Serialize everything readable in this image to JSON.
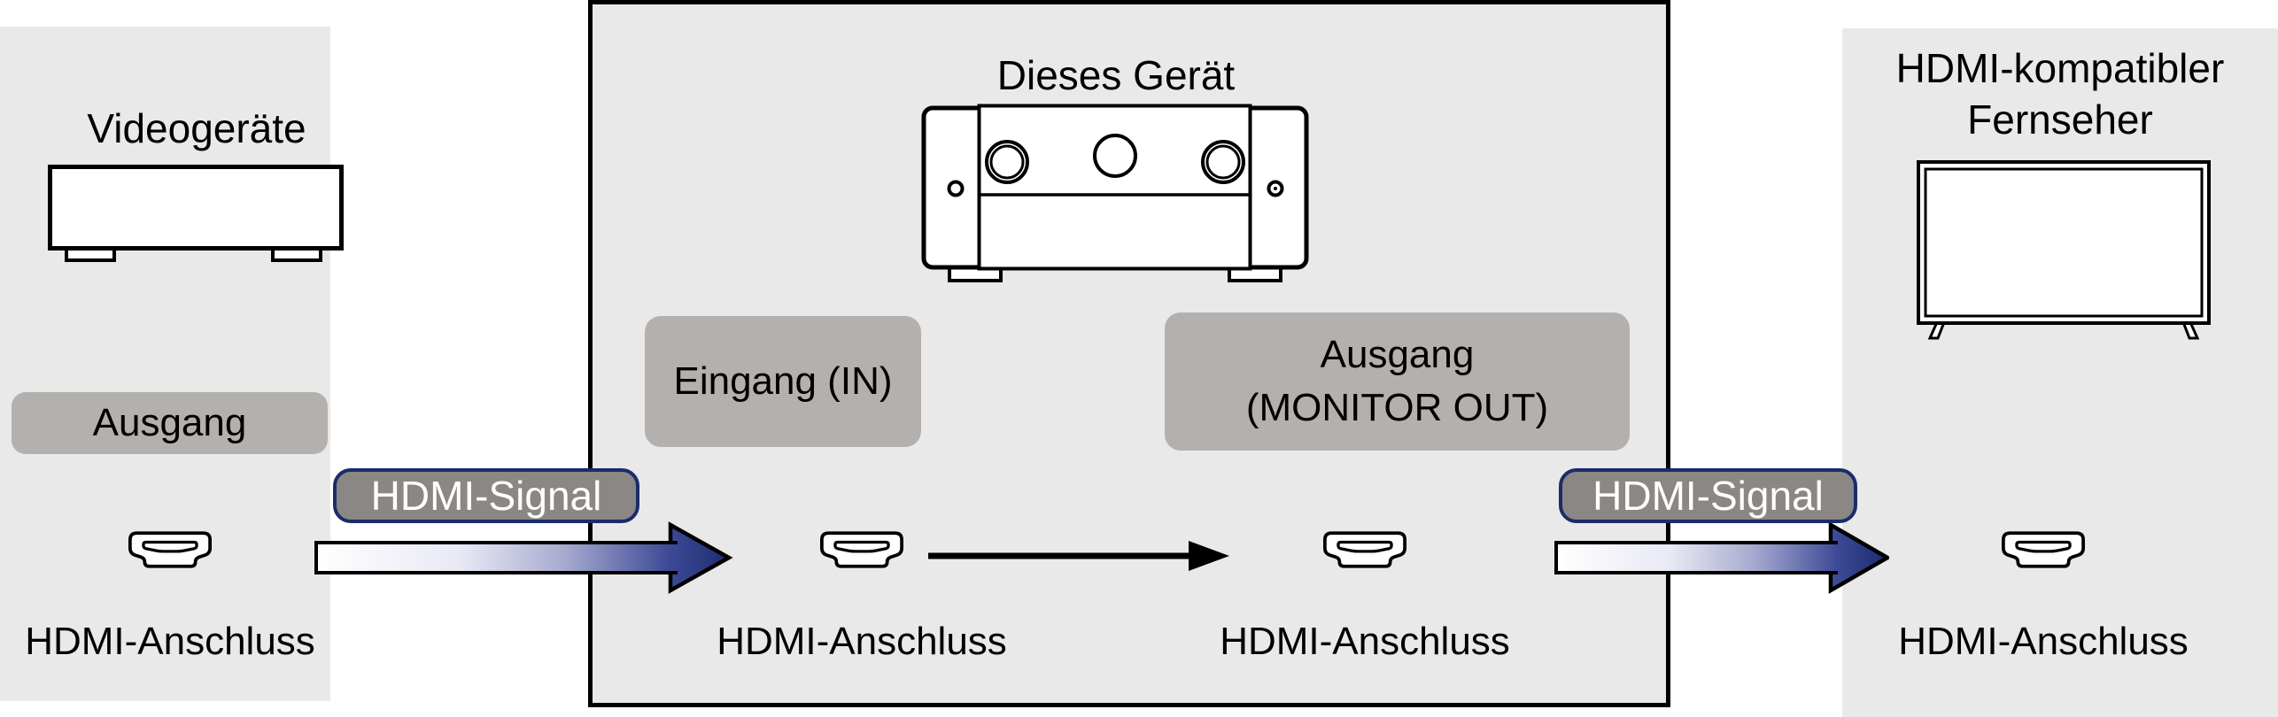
{
  "source_panel": {
    "title": "Videogeräte",
    "output_label": "Ausgang",
    "connector_label": "HDMI-Anschluss"
  },
  "receiver_panel": {
    "title": "Dieses Gerät",
    "input_label": "Eingang (IN)",
    "output_label_line1": "Ausgang",
    "output_label_line2": "(MONITOR OUT)",
    "input_connector_label": "HDMI-Anschluss",
    "output_connector_label": "HDMI-Anschluss"
  },
  "tv_panel": {
    "title_line1": "HDMI-kompatibler",
    "title_line2": "Fernseher",
    "connector_label": "HDMI-Anschluss"
  },
  "signals": {
    "left_badge": "HDMI-Signal",
    "right_badge": "HDMI-Signal"
  },
  "colors": {
    "panel_bg": "#e9e9e9",
    "label_box_bg": "#b3b0ad",
    "badge_bg": "#8a8784",
    "badge_border": "#1b2c6b",
    "badge_text": "#ffffff",
    "outline": "#000000",
    "arrow_gradient_start": "#ffffff",
    "arrow_gradient_mid": "#a7aacf",
    "arrow_gradient_end": "#1c2b6f"
  }
}
